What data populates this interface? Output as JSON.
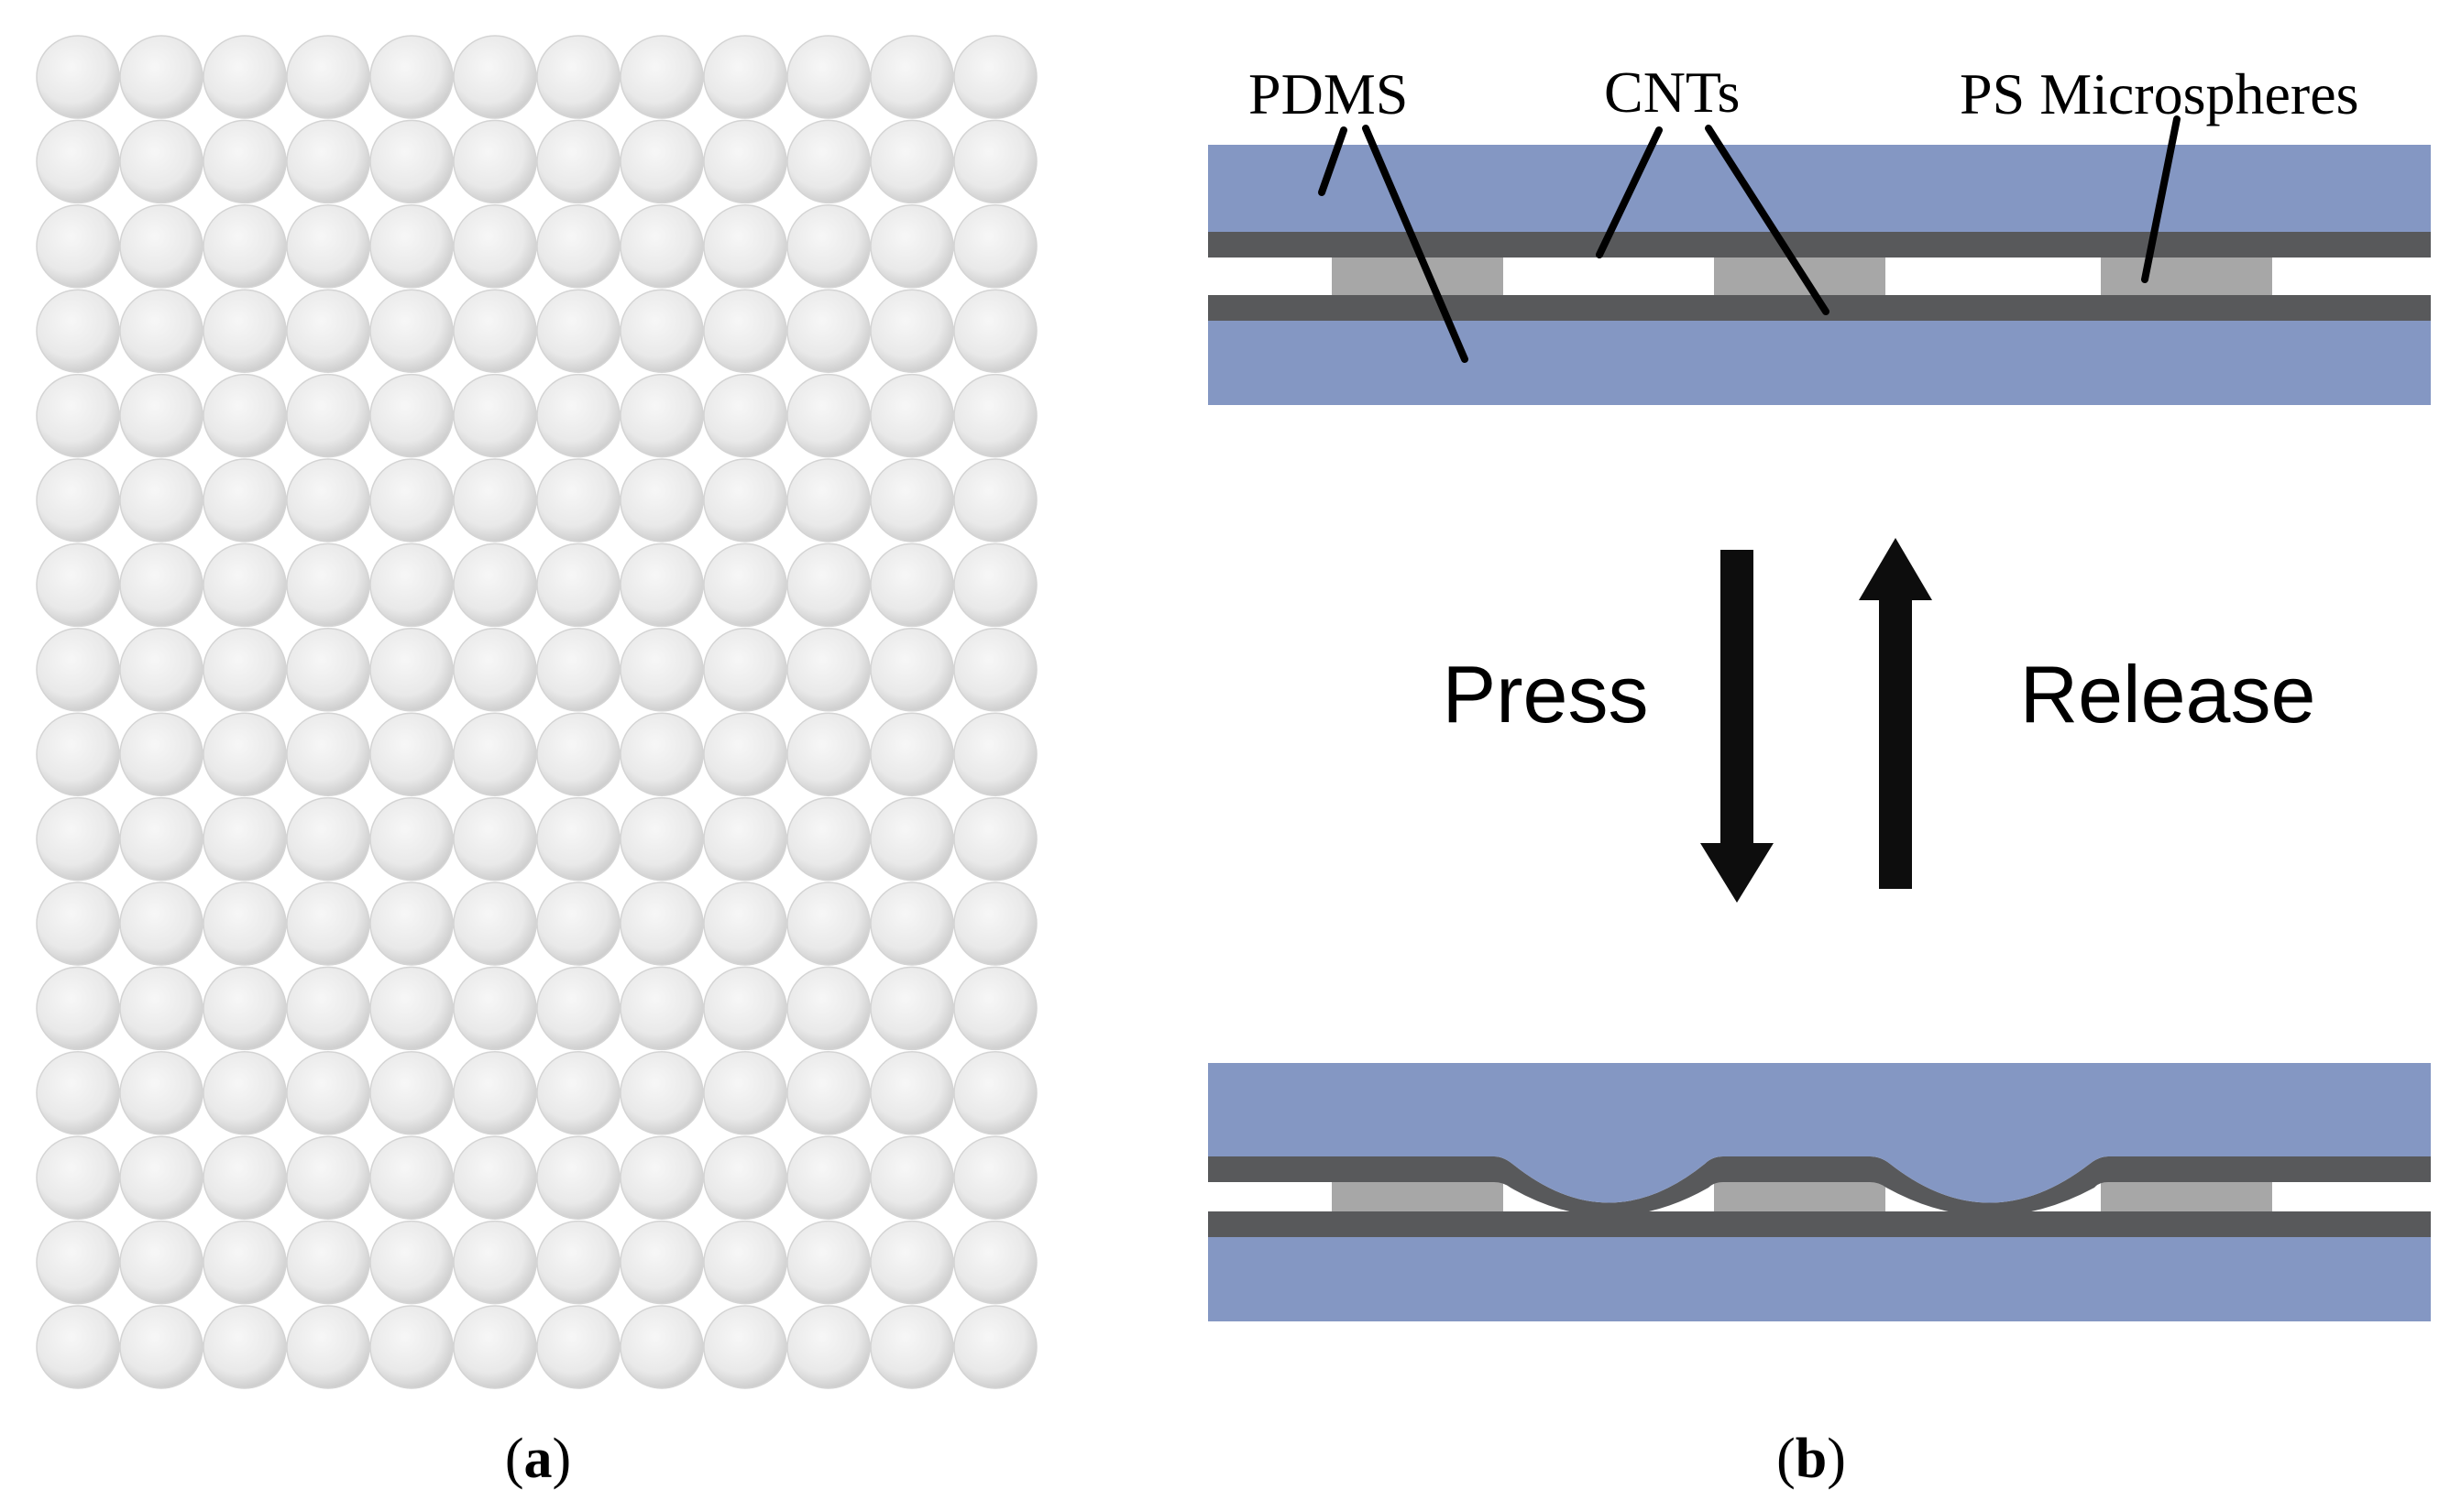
{
  "panels": {
    "a": {
      "label_open": "(",
      "label_letter": "a",
      "label_close": ")",
      "grid": {
        "rows": 16,
        "cols": 12
      }
    },
    "b": {
      "label_open": "(",
      "label_letter": "b",
      "label_close": ")",
      "callouts": {
        "pdms": "PDMS",
        "cnts": "CNTs",
        "ps_microspheres": "PS Microspheres"
      },
      "press_label": "Press",
      "release_label": "Release"
    }
  },
  "colors": {
    "pdms": "#8497c3",
    "cnt": "#58595b",
    "microsphere_spacer": "#a7a7a7",
    "sphere_fill": "#e9e9e9",
    "arrow": "#0d0d0d"
  }
}
